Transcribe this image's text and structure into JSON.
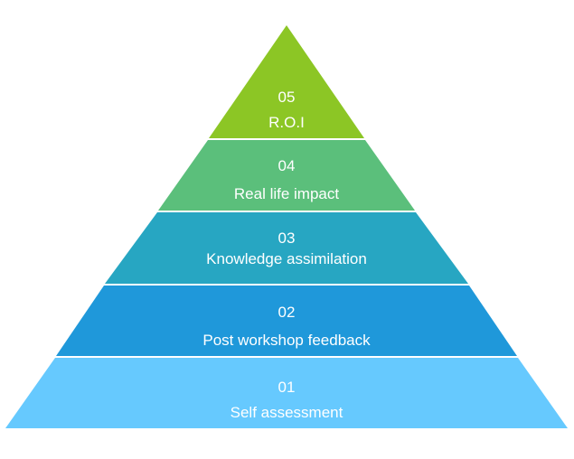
{
  "pyramid": {
    "levels": [
      {
        "number": "05",
        "label": "R.O.I",
        "color": "#8cc625"
      },
      {
        "number": "04",
        "label": "Real life impact",
        "color": "#5bbf7b"
      },
      {
        "number": "03",
        "label": "Knowledge assimilation",
        "color": "#27a6c2"
      },
      {
        "number": "02",
        "label": "Post workshop feedback",
        "color": "#1f98da"
      },
      {
        "number": "01",
        "label": "Self assessment",
        "color": "#66c9fe"
      }
    ]
  }
}
